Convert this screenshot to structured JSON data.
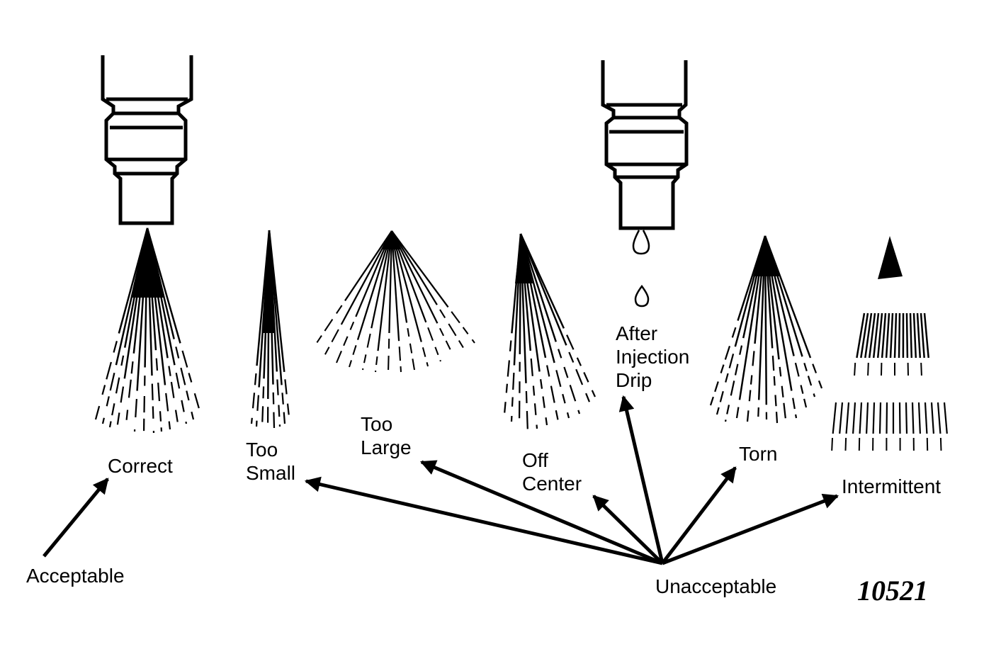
{
  "labels": {
    "correct": "Correct",
    "acceptable": "Acceptable",
    "too_small": [
      "Too",
      "Small"
    ],
    "too_large": [
      "Too",
      "Large"
    ],
    "off_center": [
      "Off",
      "Center"
    ],
    "after_injection_drip": [
      "After",
      "Injection",
      "Drip"
    ],
    "torn": "Torn",
    "intermittent": "Intermittent",
    "unacceptable": "Unacceptable"
  },
  "figure_number": "10521",
  "colors": {
    "ink": "#000000",
    "paper": "#ffffff"
  }
}
